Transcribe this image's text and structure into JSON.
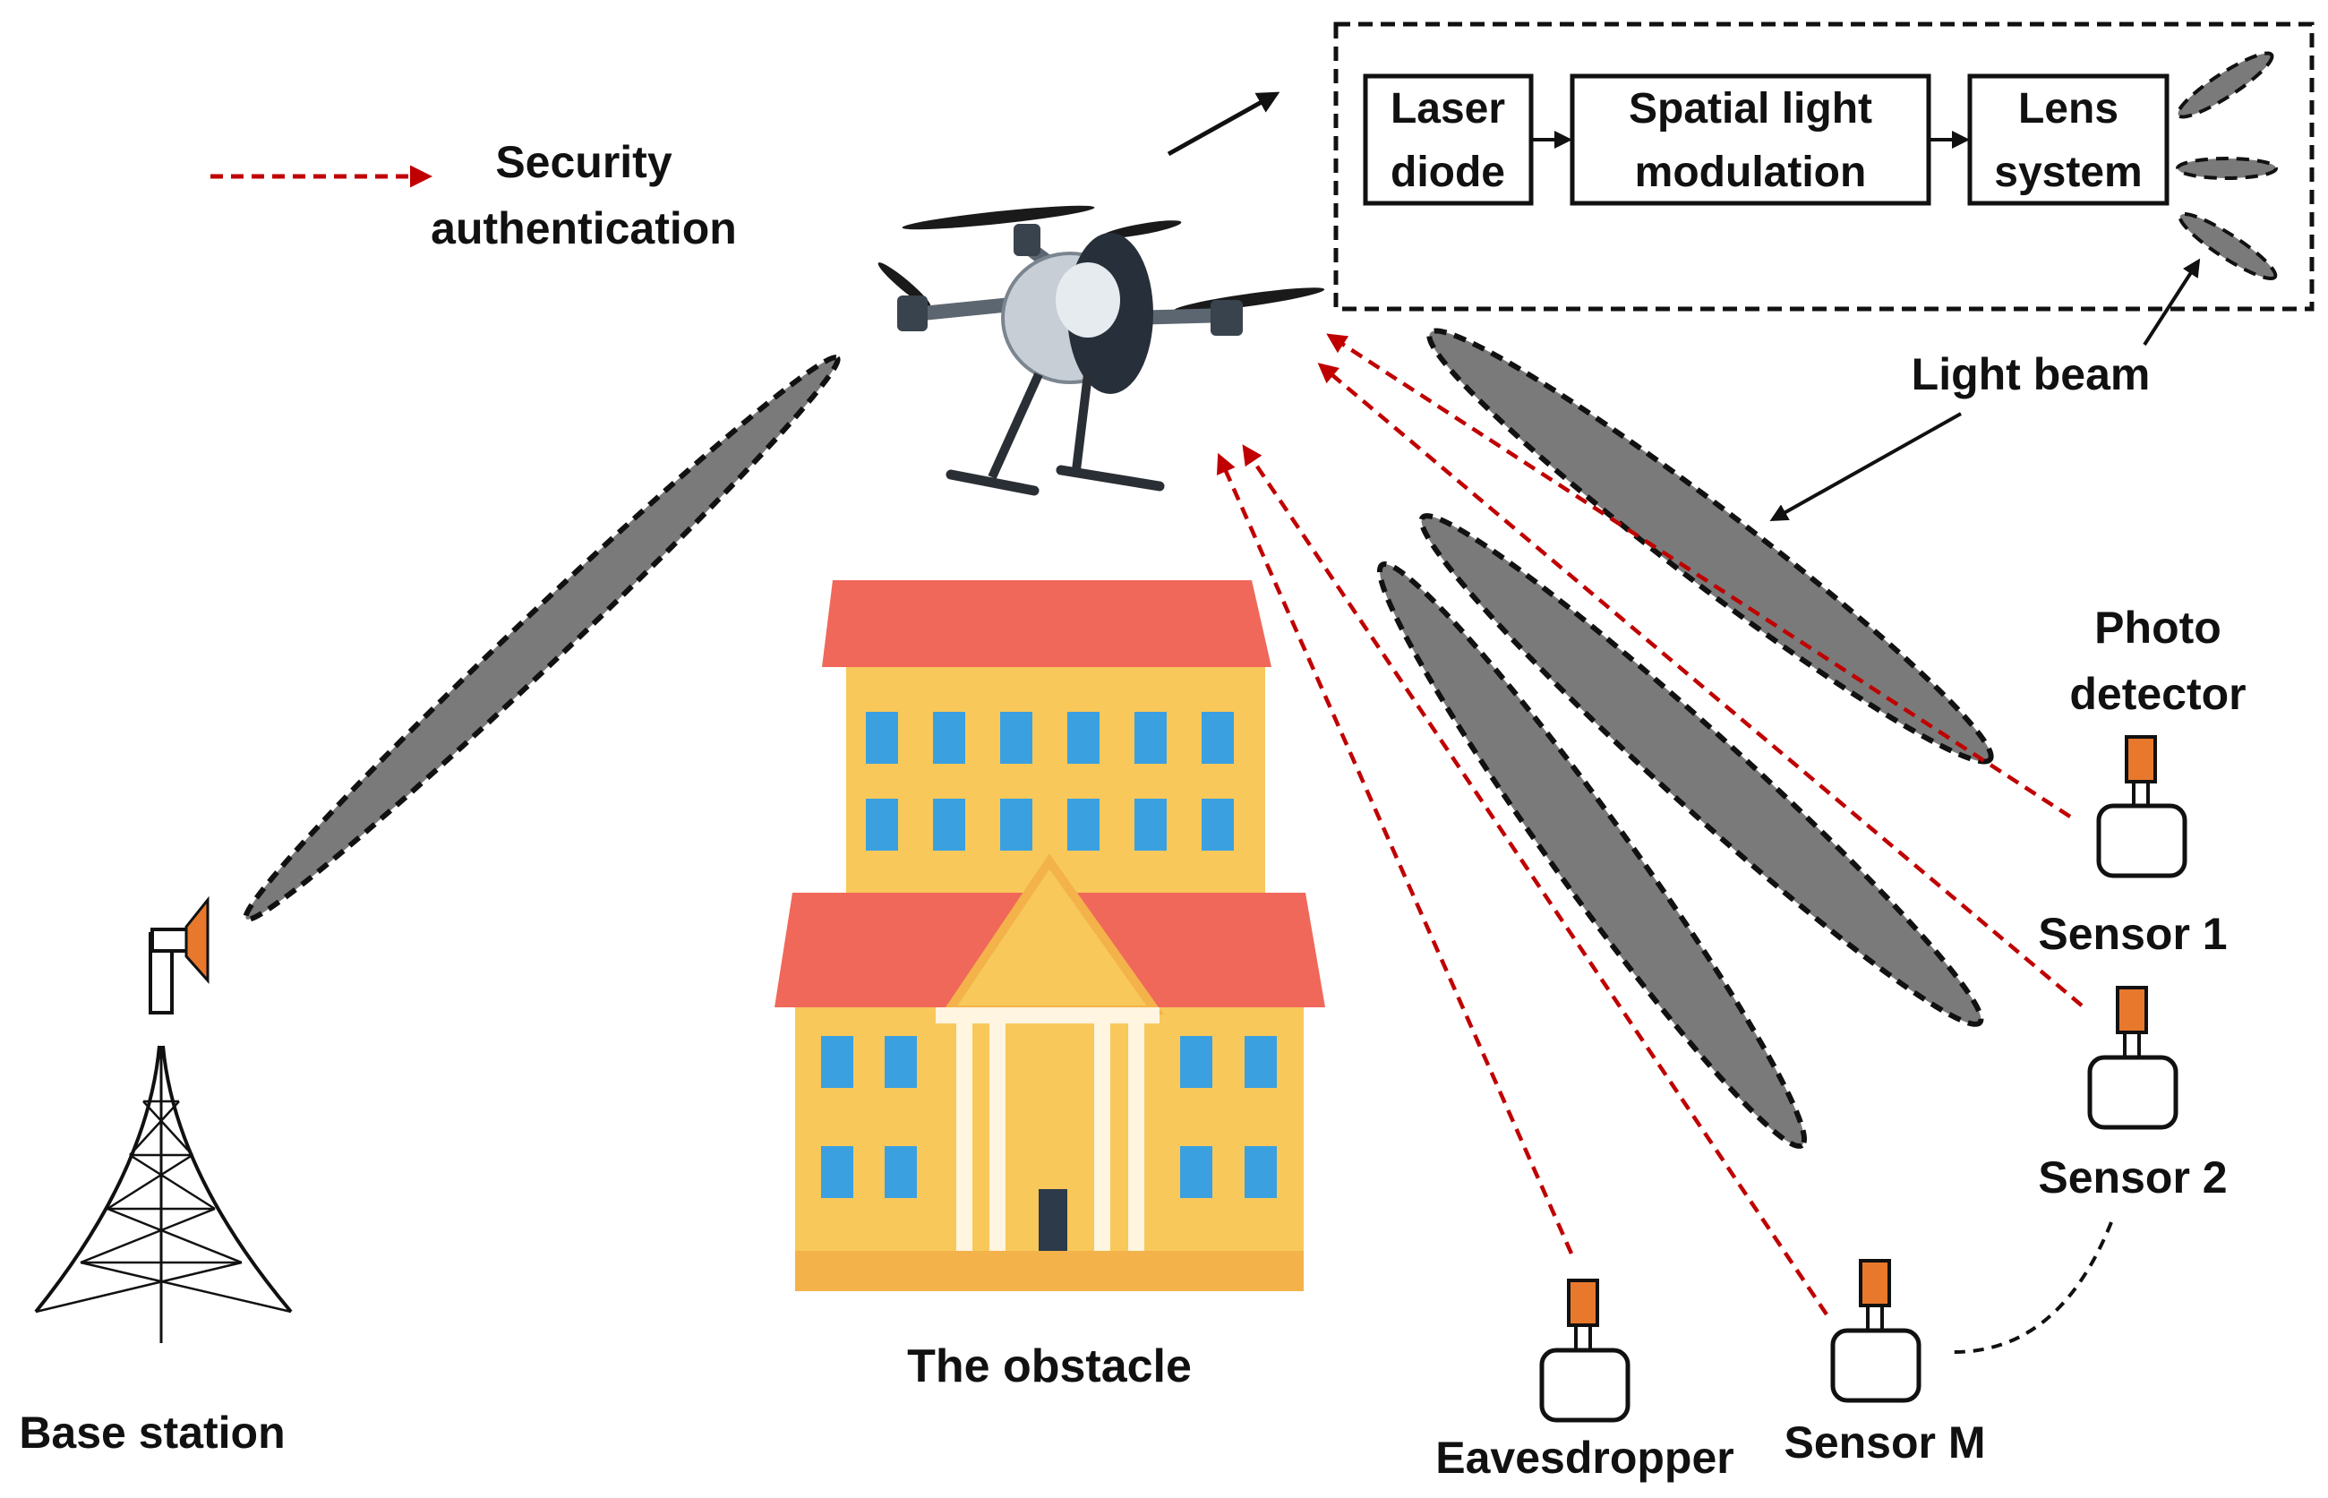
{
  "legend": {
    "security_line1": "Security",
    "security_line2": "authentication"
  },
  "transmitter": {
    "laser_line1": "Laser",
    "laser_line2": "diode",
    "slm_line1": "Spatial light",
    "slm_line2": "modulation",
    "lens_line1": "Lens",
    "lens_line2": "system"
  },
  "labels": {
    "light_beam": "Light beam",
    "photo_line1": "Photo",
    "photo_line2": "detector",
    "sensor1": "Sensor 1",
    "sensor2": "Sensor 2",
    "sensorM": "Sensor M",
    "eavesdropper": "Eavesdropper",
    "obstacle": "The obstacle",
    "base_station": "Base station"
  },
  "colors": {
    "security_arrow": "#c00000",
    "beam_fill": "#7a7a7a",
    "detector_orange": "#e8782c",
    "roof": "#f0685a",
    "wall": "#f8c85a",
    "window": "#3aa0e0"
  }
}
